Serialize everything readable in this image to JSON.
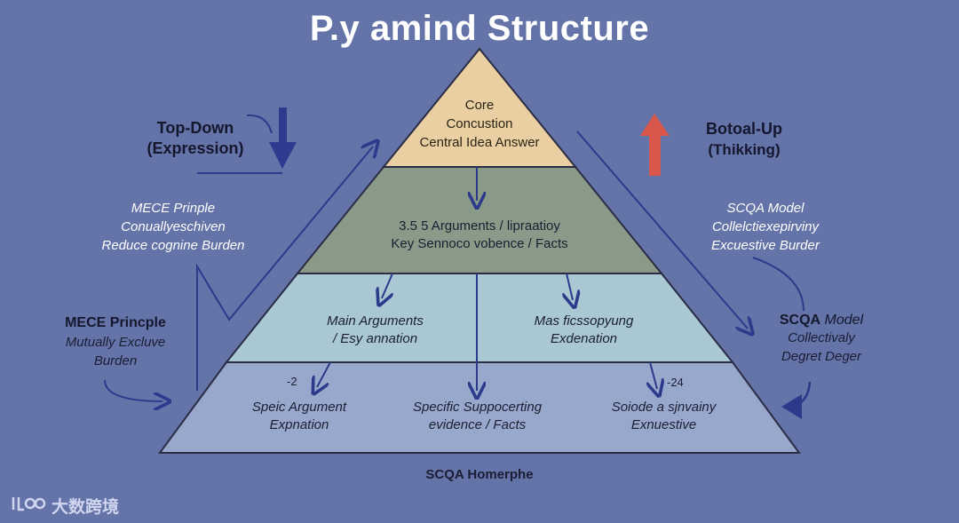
{
  "title": "P.y amind Structure",
  "left": {
    "heading_line1": "Top-Down",
    "heading_line2": "(Expression)",
    "mece1_line1": "MECE Prinple",
    "mece1_line2": "Conuallyeschiven",
    "mece1_line3": "Reduce cognine Burden",
    "mece2_heading": "MECE Princple",
    "mece2_line1": "Mutually Excluve",
    "mece2_line2": "Burden"
  },
  "right": {
    "heading_line1": "Botoal-Up",
    "heading_line2": "(Thikking)",
    "scqa1_line1": "SCQA Model",
    "scqa1_line2": "Collelctiexepirviny",
    "scqa1_line3": "Excuestive  Burder",
    "scqa2_heading": "SCQA",
    "scqa2_heading_rest": " Model",
    "scqa2_line1": "Collectivaly",
    "scqa2_line2": "Degret Deger"
  },
  "pyramid": {
    "top_line1": "Core",
    "top_line2": "Concustion",
    "top_line3": "Central Idea Answer",
    "tier2_line1": "3.5 5 Arguments / lipraatioy",
    "tier2_line2": "Key Sennoco vobence / Facts",
    "tier3_left_line1": "Main Arguments",
    "tier3_left_line2": "/ Esy annation",
    "tier3_right_line1": "Mas ficssopyung",
    "tier3_right_line2": "Exdenation",
    "tier4_num_left": "-2",
    "tier4_num_right": "-24",
    "tier4_left_line1": "Speic Argument",
    "tier4_left_line2": "Expnation",
    "tier4_mid_line1": "Specific Suppocerting",
    "tier4_mid_line2": "evidence / Facts",
    "tier4_right_line1": "Soiode a sjnvainy",
    "tier4_right_line2": "Exnuestive"
  },
  "footer_label": "SCQA Homerphe",
  "watermark": "大数跨境",
  "colors": {
    "background": "#6473a8",
    "tier_top": "#e9cfa1",
    "tier_2": "#8a9a88",
    "tier_3": "#a9c8d3",
    "tier_4": "#98a8cc",
    "arrow_blue": "#2d3a8c",
    "arrow_red": "#d9574a"
  }
}
